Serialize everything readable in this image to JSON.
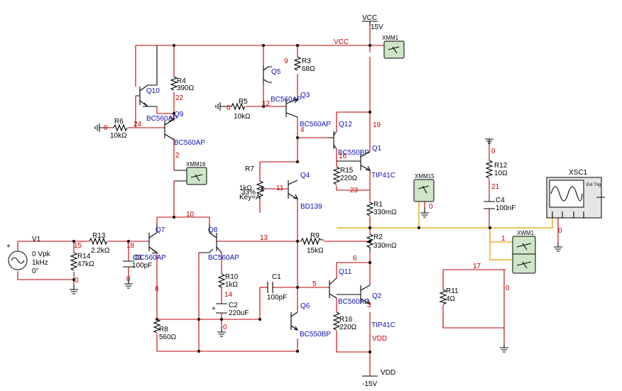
{
  "supplies": {
    "vcc_top": "VCC",
    "vcc_top_value": "15V",
    "vcc_net": "VCC",
    "vdd_net": "VDD",
    "vdd_bottom": "VDD",
    "vdd_bottom_value": "-15V"
  },
  "source": {
    "ref": "V1",
    "line1": "0 Vpk",
    "line2": "1kHz",
    "line3": "0°"
  },
  "transistors": {
    "q10": {
      "ref": "Q10"
    },
    "q9": {
      "ref": "Q9",
      "model": "BC560AP"
    },
    "q9_overlap_model": "BC560AP",
    "q5": {
      "ref": "Q5"
    },
    "q3": {
      "ref": "Q3",
      "model": "BC560AP"
    },
    "q12": {
      "ref": "Q12",
      "model": "BC560AP"
    },
    "q1": {
      "ref": "Q1",
      "model": "TIP41C"
    },
    "q1_overlap_model": "BC550BP",
    "q4": {
      "ref": "Q4",
      "model": "BD139"
    },
    "q7": {
      "ref": "Q7",
      "model": "BC560AP"
    },
    "q8": {
      "ref": "Q8",
      "model": "BC560AP"
    },
    "q11": {
      "ref": "Q11"
    },
    "q2": {
      "ref": "Q2",
      "model": "TIP41C"
    },
    "q2_overlap_model": "BC560AP",
    "q6": {
      "ref": "Q6",
      "model": "BC550BP"
    }
  },
  "resistors": {
    "r4": {
      "ref": "R4",
      "value": "390Ω"
    },
    "r6": {
      "ref": "R6",
      "value": "10kΩ"
    },
    "r3": {
      "ref": "R3",
      "value": "68Ω"
    },
    "r5": {
      "ref": "R5",
      "value": "10kΩ"
    },
    "r7": {
      "ref": "R7",
      "value": "1kΩ",
      "key": "Key=A",
      "setting": "33%"
    },
    "r15": {
      "ref": "R15",
      "value": "220Ω"
    },
    "r1": {
      "ref": "R1",
      "value": "330mΩ"
    },
    "r2": {
      "ref": "R2",
      "value": "330mΩ"
    },
    "r12": {
      "ref": "R12",
      "value": "10Ω"
    },
    "r13": {
      "ref": "R13",
      "value": "2.2kΩ"
    },
    "r14": {
      "ref": "R14",
      "value": "47kΩ"
    },
    "r9": {
      "ref": "R9",
      "value": "15kΩ"
    },
    "r10": {
      "ref": "R10",
      "value": "1kΩ"
    },
    "r8": {
      "ref": "R8",
      "value": "560Ω"
    },
    "r16": {
      "ref": "R16",
      "value": "220Ω"
    },
    "r11": {
      "ref": "R11",
      "value": "4Ω"
    }
  },
  "capacitors": {
    "c3": {
      "ref": "C3",
      "value": "100pF"
    },
    "c1": {
      "ref": "C1",
      "value": "100pF"
    },
    "c2": {
      "ref": "C2",
      "value": "220uF"
    },
    "c4": {
      "ref": "C4",
      "value": "100nF"
    }
  },
  "instruments": {
    "xmm1_top": "XMM1",
    "xmm16": "XMM16",
    "xmm15": "XMM15",
    "xsc1": "XSC1",
    "xsc1_trig": "Ext Trig",
    "xwm1": "XWM1"
  },
  "nodes": {
    "n9": "9",
    "n12": "12",
    "n22": "22",
    "n24": "24",
    "n0a": "0",
    "n0b": "0",
    "n2": "2",
    "n4": "4",
    "n16": "16",
    "n19": "19",
    "n11": "11",
    "n23": "23",
    "n10": "10",
    "n13": "13",
    "n15": "15",
    "n18": "18",
    "n0c": "0",
    "n0d": "0",
    "n0e": "0",
    "n8": "8",
    "n14": "14",
    "n0f": "0",
    "n5": "5",
    "n3": "3",
    "n6": "6",
    "n0g": "0",
    "n21": "21",
    "n0h": "0",
    "n1": "1",
    "n17": "17",
    "n0i": "0",
    "n0j": "0"
  }
}
